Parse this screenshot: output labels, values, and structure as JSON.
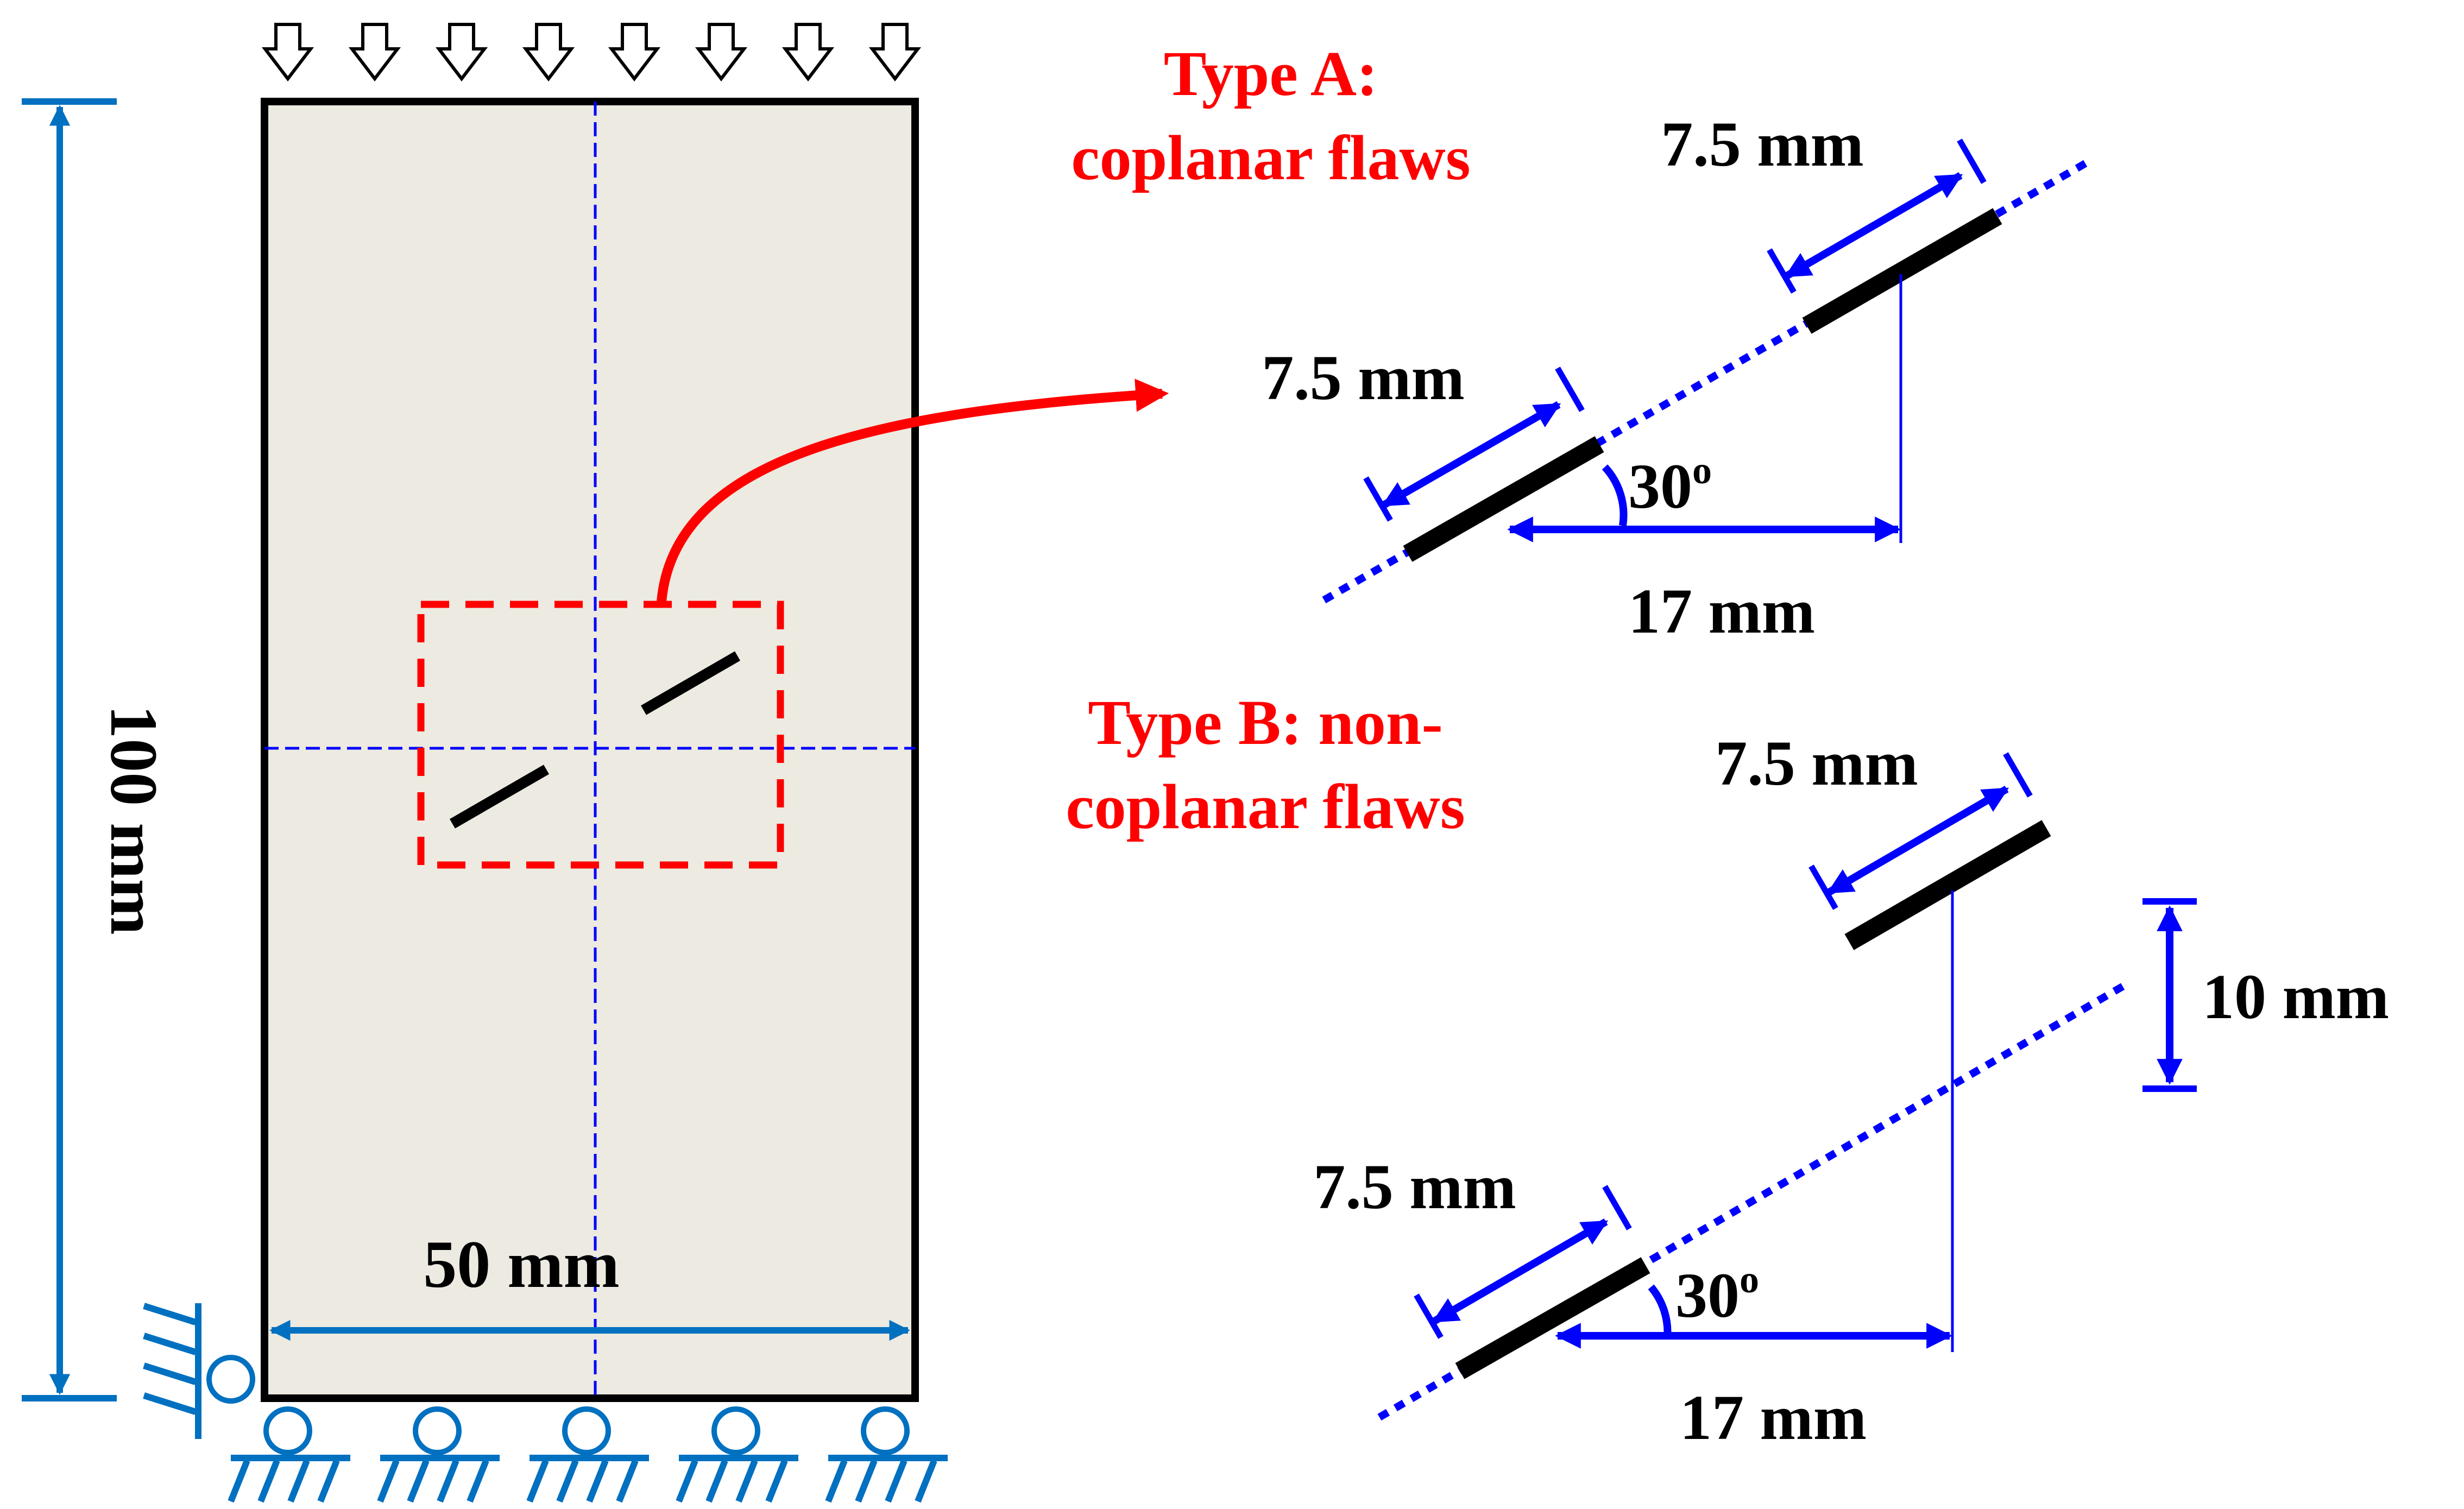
{
  "colors": {
    "specimen_fill": "#ECEAE1",
    "outline": "#000000",
    "dimension_blue": "#0070C0",
    "flaw_dim_blue": "#0000FF",
    "accent_red": "#FF0000"
  },
  "specimen": {
    "height_label": "100 mm",
    "width_label": "50 mm"
  },
  "type_a": {
    "title_line1": "Type A:",
    "title_line2": "coplanar flaws",
    "flaw_length_upper": "7.5 mm",
    "flaw_length_lower": "7.5 mm",
    "angle_label": "30",
    "angle_unit": "o",
    "spacing_label": "17 mm"
  },
  "type_b": {
    "title_line1": "Type B: non-",
    "title_line2": "coplanar flaws",
    "flaw_length_upper": "7.5 mm",
    "flaw_length_lower": "7.5 mm",
    "offset_label": "10 mm",
    "angle_label": "30",
    "angle_unit": "o",
    "spacing_label": "17 mm"
  },
  "icons": {
    "load": "down-arrow-icon",
    "support": "roller-support-icon"
  }
}
